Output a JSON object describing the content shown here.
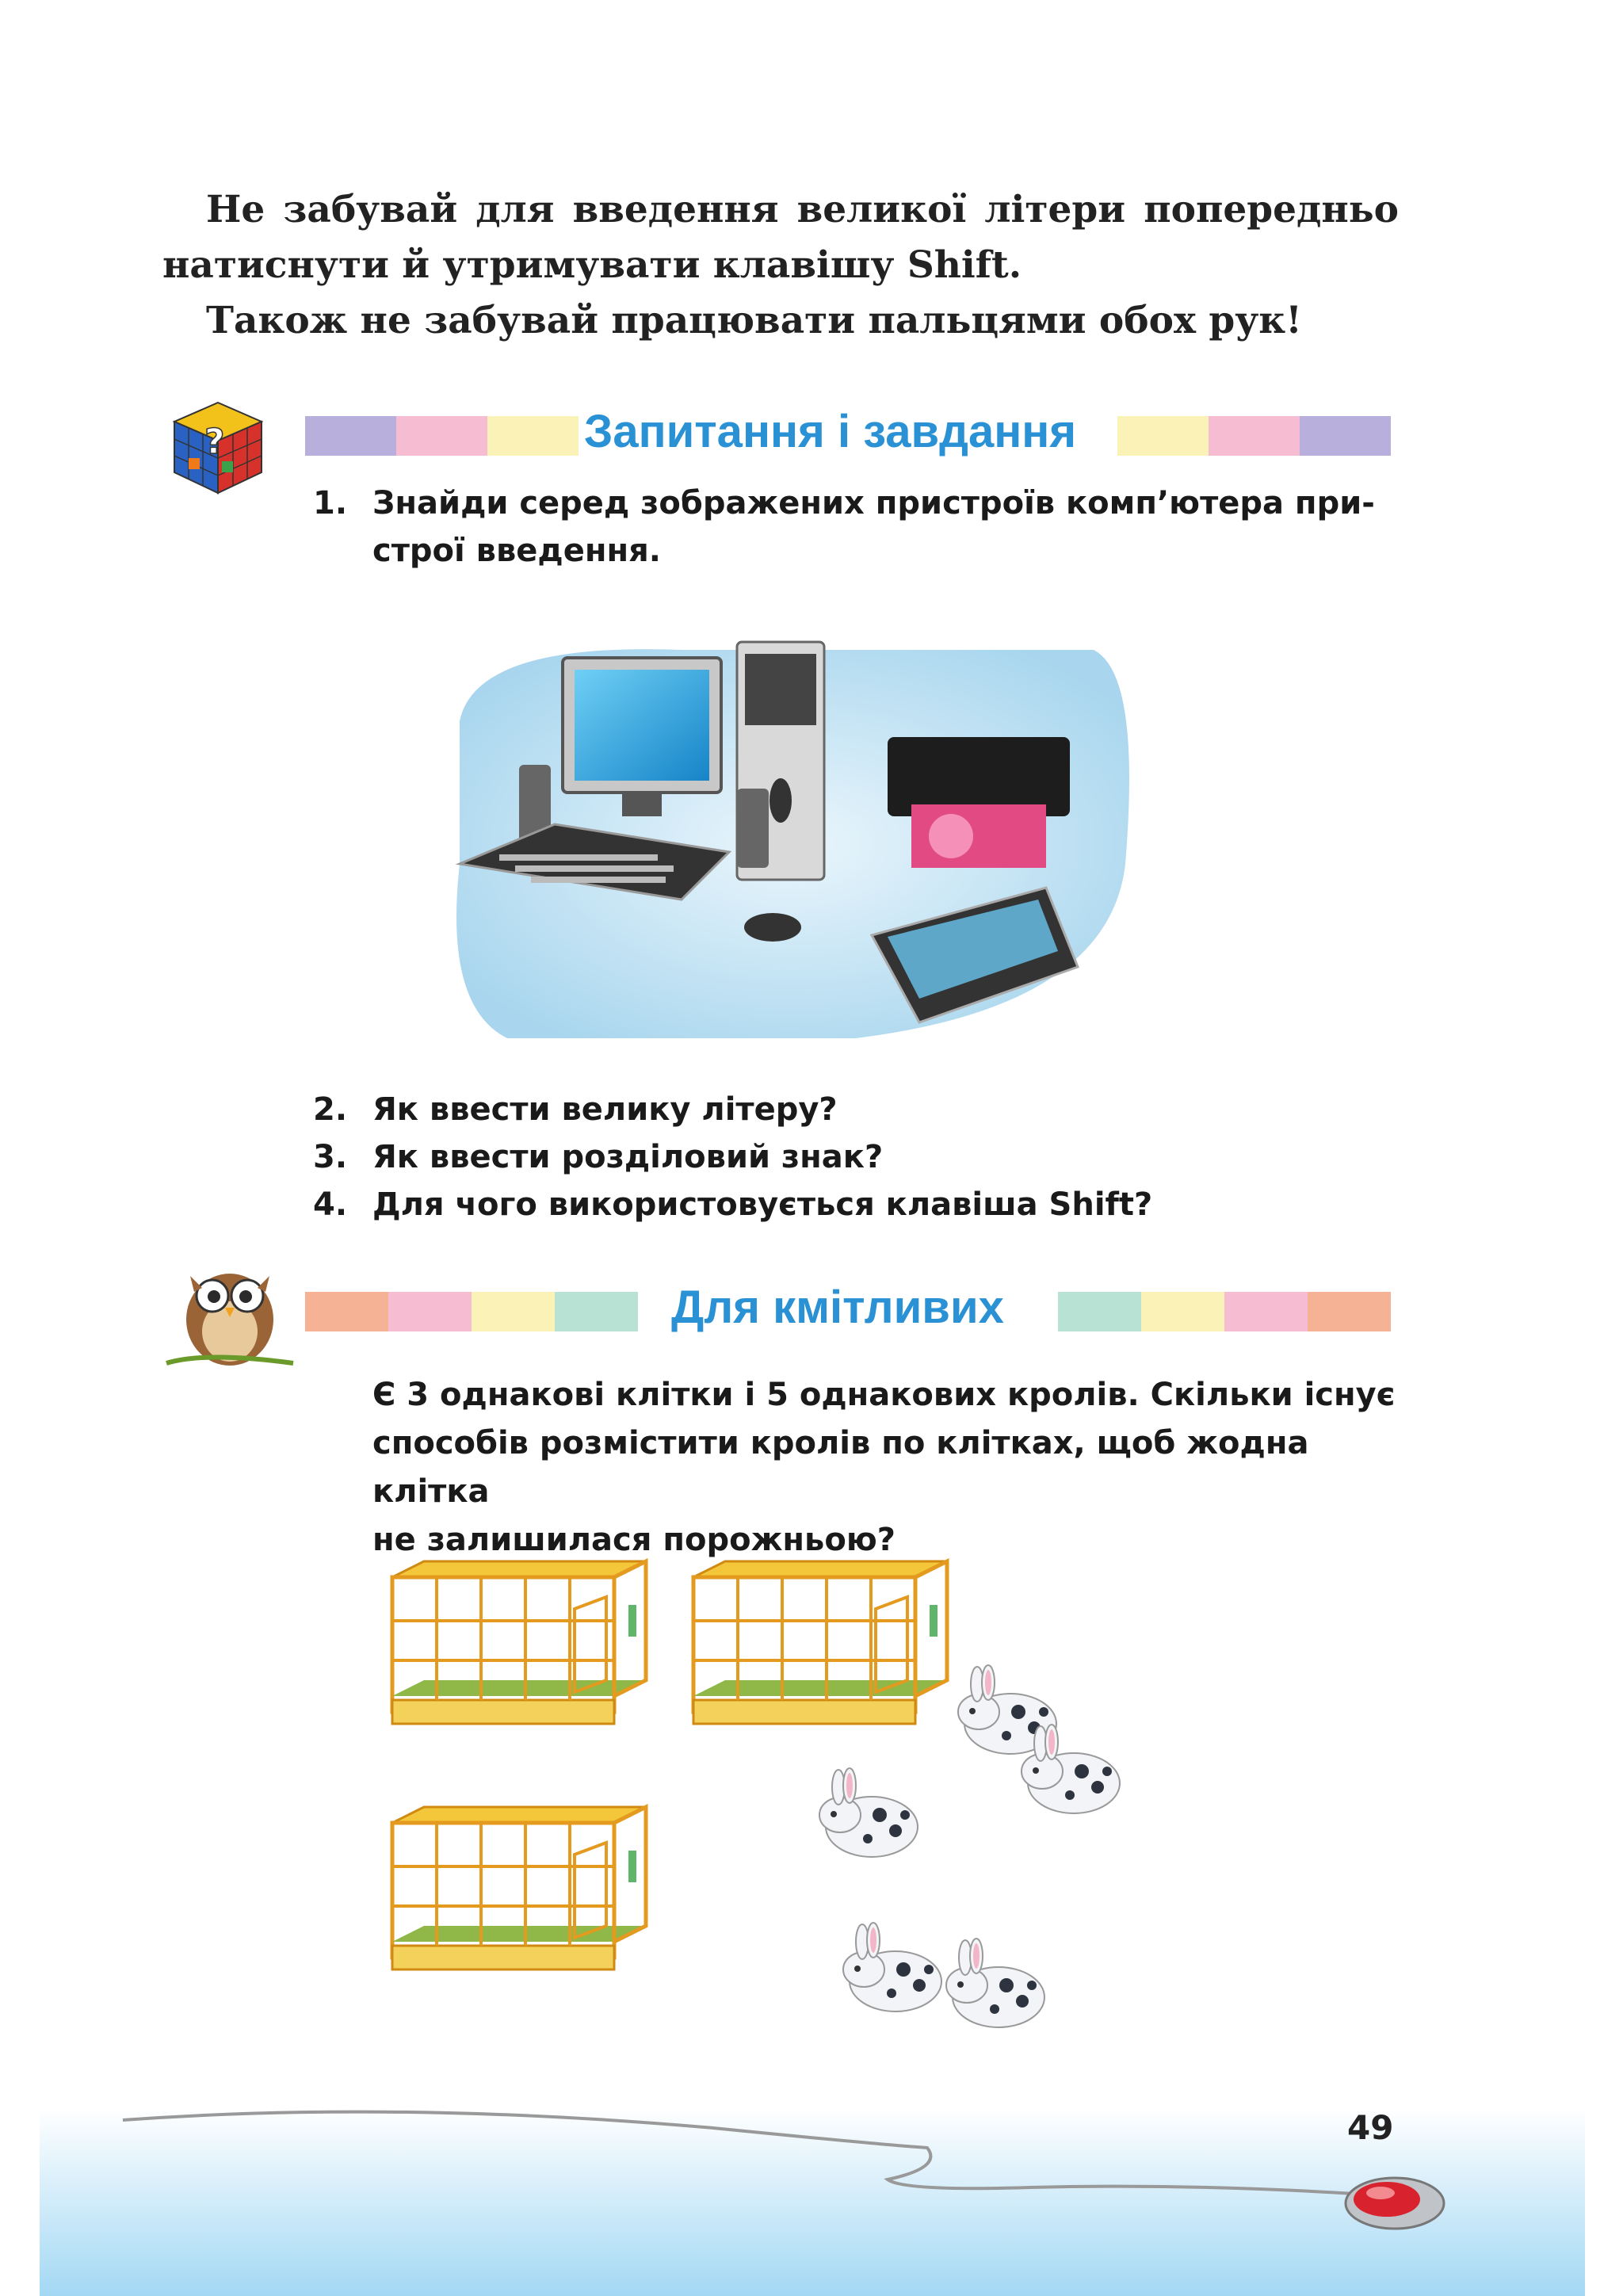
{
  "intro": {
    "line1": "Не забувай для введення великої літери попередньо",
    "line2": "натиснути й утримувати клавішу Shift.",
    "line3": "Також не забувай працювати пальцями обох рук!"
  },
  "section1": {
    "title": "Запитання і завдання",
    "q1_num": "1.",
    "q1_line1": "Знайди серед зображених пристроїв комп’ютера при-",
    "q1_line2": "строї введення.",
    "q2_num": "2.",
    "q2": "Як ввести велику літеру?",
    "q3_num": "3.",
    "q3": "Як ввести розділовий знак?",
    "q4_num": "4.",
    "q4": "Для чого використовується  клавіша Shift?"
  },
  "section2": {
    "title": "Для кмітливих",
    "puzzle_line1": "Є 3 однакові клітки і 5 однакових кролів. Скільки існує",
    "puzzle_line2": "способів розмістити кролів по клітках, щоб жодна клітка",
    "puzzle_line3": "не залишилася порожньою?"
  },
  "page_number": "49",
  "colors": {
    "title_blue": "#2a92d4",
    "stripe_lavender": "#b8afdc",
    "stripe_pink": "#f6bcd2",
    "stripe_yellow": "#fbf2b8",
    "stripe_mint": "#b7e2d4",
    "stripe_salmon": "#f6b294"
  }
}
